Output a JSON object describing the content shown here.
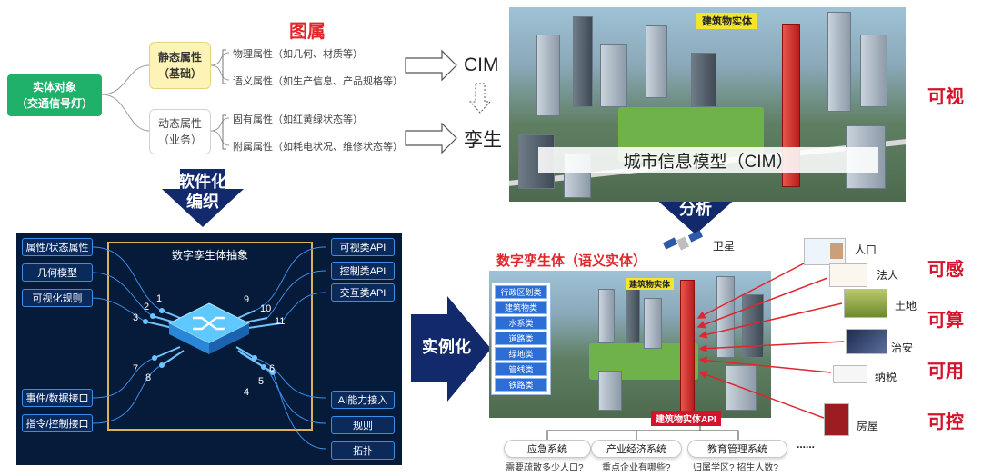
{
  "top_left": {
    "title": "图属",
    "root": "实体对象\n（交通信号灯）",
    "static_node": "静态属性\n（基础）",
    "dynamic_node": "动态属性\n（业务）",
    "static_leaves": [
      "物理属性（如几何、材质等）",
      "语义属性（如生产信息、产品规格等）"
    ],
    "dynamic_leaves": [
      "固有属性（如红黄绿状态等）",
      "附属属性（如耗电状况、维修状态等）"
    ],
    "cim_label": "CIM",
    "twin_label": "孪生"
  },
  "top_right": {
    "building_tag": "建筑物实体",
    "caption": "城市信息模型（CIM）",
    "right_label": "可视"
  },
  "arrows": {
    "software": "软件化\n编织",
    "semantic": "语义化\n分析",
    "instance": "实例化"
  },
  "dark_panel": {
    "title": "数字孪生体抽象",
    "left_top": [
      "属性/状态属性",
      "几何模型",
      "可视化规则"
    ],
    "left_bottom": [
      "事件/数据接口",
      "指令/控制接口"
    ],
    "right_top": [
      "可视类API",
      "控制类API",
      "交互类API"
    ],
    "right_bottom": [
      "AI能力接入",
      "规则",
      "拓扑"
    ],
    "numbers": [
      "1",
      "2",
      "3",
      "4",
      "5",
      "6",
      "7",
      "8",
      "9",
      "10",
      "11"
    ]
  },
  "bottom_right": {
    "title": "数字孪生体（语义实体）",
    "satellite": "卫星",
    "categories": [
      "行政区划类",
      "建筑物类",
      "水系类",
      "道路类",
      "绿地类",
      "管线类",
      "铁路类"
    ],
    "building_tag": "建筑物实体",
    "api_tag": "建筑物实体API",
    "data_sources": [
      "人口",
      "法人",
      "土地",
      "治安",
      "纳税",
      "房屋"
    ],
    "systems": [
      "应急系统",
      "产业经济系统",
      "教育管理系统"
    ],
    "questions": [
      "需要疏散多少人口?",
      "重点企业有哪些?",
      "归属学区? 招生人数?"
    ],
    "ellipsis": "......",
    "right_labels": [
      "可感",
      "可算",
      "可用",
      "可控"
    ]
  },
  "colors": {
    "accent_red": "#e0262d",
    "navy": "#122a6b",
    "green": "#1fb06a",
    "panel_dark": "#061a3a",
    "panel_border": "#d9b25a",
    "pill_blue": "#3a8ee6",
    "cat_blue": "#2d6ed6"
  }
}
